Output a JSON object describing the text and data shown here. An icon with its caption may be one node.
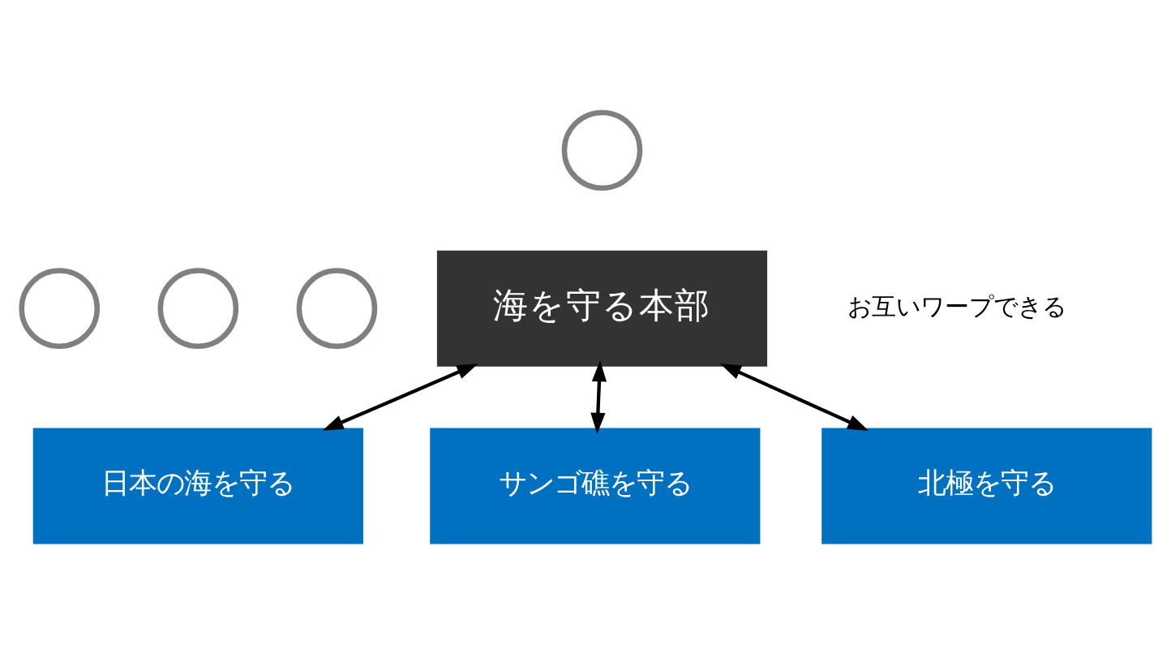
{
  "diagram": {
    "nodes": [
      {
        "text": [],
        "shape": "person"
      },
      {
        "text": [
          "海を守る本部"
        ],
        "beside": [
          "お互いワープできる"
        ]
      },
      {
        "text": [],
        "shape": "person"
      },
      {
        "text": [],
        "shape": "person"
      },
      {
        "text": [],
        "shape": "person"
      },
      {
        "text": [
          "日本の海を守る"
        ]
      },
      {
        "text": [
          "サンゴ礁を守る"
        ]
      },
      {
        "text": [
          "北極を守る"
        ]
      }
    ],
    "edges": [
      {
        "from": 1,
        "to": 5,
        "arrow": "both"
      },
      {
        "from": 1,
        "to": 6,
        "arrow": "both"
      },
      {
        "from": 1,
        "to": 7,
        "arrow": "both"
      }
    ]
  }
}
